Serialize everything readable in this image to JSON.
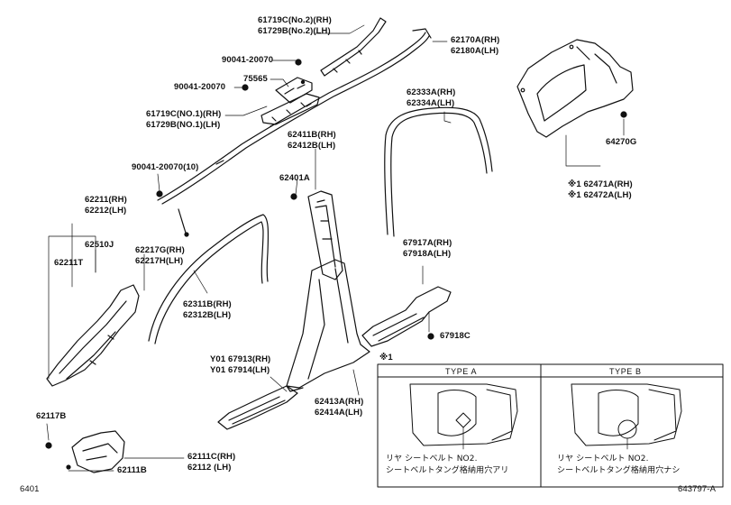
{
  "parts": {
    "p61719c_no2": "61719C(No.2)(RH)",
    "p61729b_no2": "61729B(No.2)(LH)",
    "p62170a": "62170A(RH)",
    "p62180a": "62180A(LH)",
    "p90041_a": "90041-20070",
    "p75565": "75565",
    "p90041_b": "90041-20070",
    "p61719c_no1": "61719C(NO.1)(RH)",
    "p61729b_no1": "61729B(NO.1)(LH)",
    "p62333a": "62333A(RH)",
    "p62334a": "62334A(LH)",
    "p62411b": "62411B(RH)",
    "p62412b": "62412B(LH)",
    "p62401a": "62401A",
    "p64270g": "64270G",
    "p62471a": "※1 62471A(RH)",
    "p62472a": "※1 62472A(LH)",
    "p90041_c": "90041-20070(10)",
    "p62211": "62211(RH)",
    "p62212": "62212(LH)",
    "p62510j": "62510J",
    "p62211t": "62211T",
    "p62217g": "62217G(RH)",
    "p62217h": "62217H(LH)",
    "p67917a": "67917A(RH)",
    "p67918a": "67918A(LH)",
    "p62311b": "62311B(RH)",
    "p62312b": "62312B(LH)",
    "p67918c": "67918C",
    "p67913": "Y01 67913(RH)",
    "p67914": "Y01 67914(LH)",
    "p62413a": "62413A(RH)",
    "p62414a": "62414A(LH)",
    "p62117b": "62117B",
    "p62111c": "62111C(RH)",
    "p62112": "62112 (LH)",
    "p62111b": "62111B"
  },
  "inset": {
    "note": "※1",
    "type_a": "TYPE A",
    "type_b": "TYPE B",
    "a_line1": "リヤ シートベルト NO2.",
    "a_line2": "シートベルトタング格納用穴アリ",
    "b_line1": "リヤ シートベルト NO2.",
    "b_line2": "シートベルトタング格納用穴ナシ"
  },
  "footer": {
    "left": "6401",
    "right": "643797-A"
  }
}
